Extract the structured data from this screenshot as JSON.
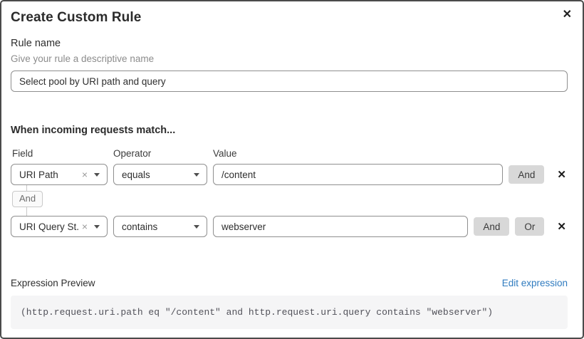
{
  "modal": {
    "title": "Create Custom Rule"
  },
  "icons": {
    "close": "✕",
    "clear": "×",
    "delete": "✕"
  },
  "rule_name": {
    "label": "Rule name",
    "hint": "Give your rule a descriptive name",
    "value": "Select pool by URI path and query"
  },
  "matcher": {
    "heading": "When incoming requests match...",
    "columns": {
      "field": "Field",
      "operator": "Operator",
      "value": "Value"
    },
    "connector": "And",
    "rows": [
      {
        "field": "URI Path",
        "operator": "equals",
        "value": "/content",
        "and_label": "And"
      },
      {
        "field": "URI Query St...",
        "operator": "contains",
        "value": "webserver",
        "and_label": "And",
        "or_label": "Or"
      }
    ]
  },
  "expression": {
    "label": "Expression Preview",
    "edit_link": "Edit expression",
    "code": "(http.request.uri.path eq \"/content\" and http.request.uri.query contains \"webserver\")"
  },
  "colors": {
    "link": "#2f7bbf",
    "button_bg": "#d8d8d8",
    "code_bg": "#f5f5f6",
    "modal_border": "#4b4b4b"
  }
}
